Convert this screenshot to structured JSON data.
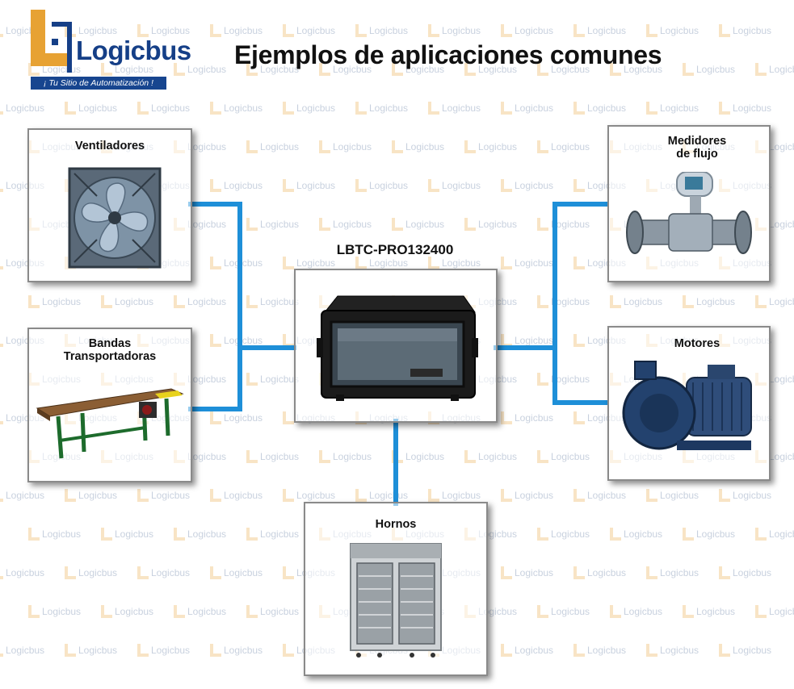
{
  "brand": {
    "name": "Logicbus",
    "tagline": "¡ Tu Sitio de Automatización !",
    "color_primary": "#153f87",
    "color_accent": "#e7a233"
  },
  "page_title": "Ejemplos de aplicaciones comunes",
  "center_device": {
    "label": "LBTC-PRO132400",
    "icon": "panel-controller-illustration"
  },
  "applications": {
    "ventiladores": {
      "label": "Ventiladores",
      "icon": "exhaust-fan-illustration"
    },
    "bandas": {
      "label": "Bandas\nTransportadoras",
      "icon": "conveyor-belt-illustration"
    },
    "medidores": {
      "label": "Medidores\nde flujo",
      "icon": "flow-meter-illustration"
    },
    "motores": {
      "label": "Motores",
      "icon": "electric-pump-motor-illustration"
    },
    "hornos": {
      "label": "Hornos",
      "icon": "industrial-oven-illustration"
    }
  },
  "connector_color": "#1e8fd8"
}
